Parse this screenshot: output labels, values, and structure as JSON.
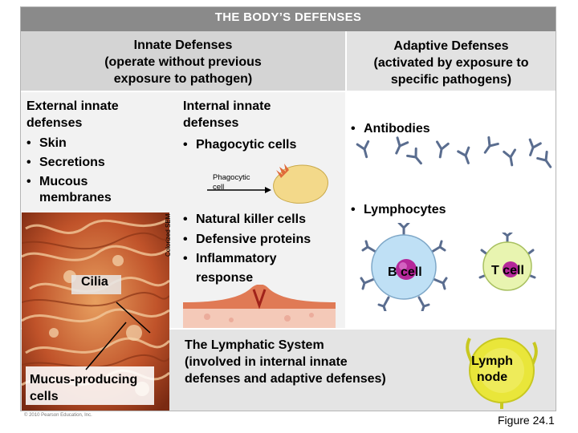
{
  "title": "THE BODY’S DEFENSES",
  "innate": {
    "heading": "Innate Defenses\n(operate without previous\nexposure to pathogen)",
    "external": {
      "heading": "External innate\ndefenses",
      "items": [
        "Skin",
        "Secretions",
        "Mucous\nmembranes"
      ]
    },
    "internal": {
      "heading": "Internal innate\ndefenses",
      "items": [
        "Phagocytic cells"
      ],
      "items2": [
        "Natural killer cells",
        "Defensive proteins",
        "Inflammatory\nresponse"
      ]
    },
    "micrograph": {
      "side_label": "Colorized SEM",
      "cilia_label": "Cilia",
      "mucus_label": "Mucus-producing\ncells"
    },
    "phagocyte_label": "Phagocytic\ncell"
  },
  "adaptive": {
    "heading": "Adaptive Defenses\n(activated by exposure to\nspecific pathogens)",
    "antibodies_label": "Antibodies",
    "lymphocytes_label": "Lymphocytes",
    "bcell_label": "B cell",
    "tcell_label": "T cell"
  },
  "lymphatic": {
    "text": "The Lymphatic System\n(involved in internal innate\ndefenses and adaptive defenses)",
    "node_label": "Lymph\nnode"
  },
  "copyright": "© 2010 Pearson Education, Inc.",
  "figure_label": "Figure 24.1",
  "colors": {
    "title_bar": "#8a8a8a",
    "innate_header": "#d4d4d4",
    "tissue_red": "#c0532a",
    "phagocyte": "#f3d98a",
    "bcell": "#bfe0f5",
    "tcell": "#e8f4b0",
    "lymph_node": "#e9e63a",
    "antibody": "#5a6d8f"
  }
}
